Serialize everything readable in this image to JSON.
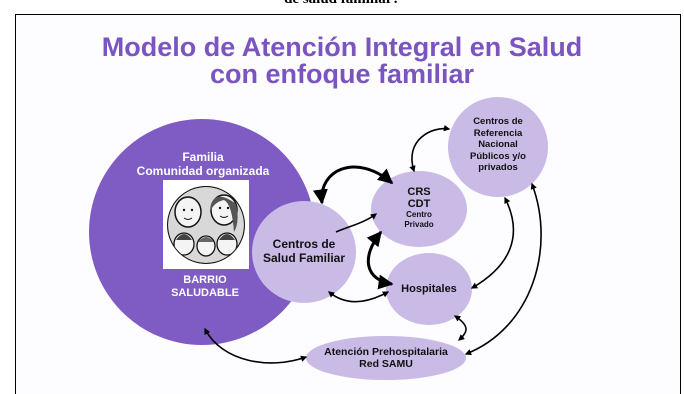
{
  "caption": "de salud familiar?",
  "title": {
    "line1": "Modelo de Atención Integral en Salud",
    "line2": "con enfoque familiar"
  },
  "nodes": {
    "familia": {
      "line1": "Familia",
      "line2": "Comunidad organizada",
      "bottom1": "BARRIO",
      "bottom2": "SALUDABLE"
    },
    "cesfam": {
      "line1": "Centros de",
      "line2": "Salud Familiar"
    },
    "crs": {
      "line1": "CRS",
      "line2": "CDT",
      "line3": "Centro",
      "line4": "Privado"
    },
    "referencia": {
      "line1": "Centros de",
      "line2": "Referencia",
      "line3": "Nacional",
      "line4": "Públicos y/o",
      "line5": "privados"
    },
    "hospitales": {
      "line1": "Hospitales"
    },
    "samu": {
      "line1": "Atención Prehospitalaria",
      "line2": "Red SAMU"
    }
  },
  "colors": {
    "title": "#7a55c0",
    "big_circle": "#7f5bc4",
    "node_fill": "#c9bae6",
    "arrow": "#000000"
  },
  "icons": {
    "family_picture": "family-faces-illustration"
  }
}
